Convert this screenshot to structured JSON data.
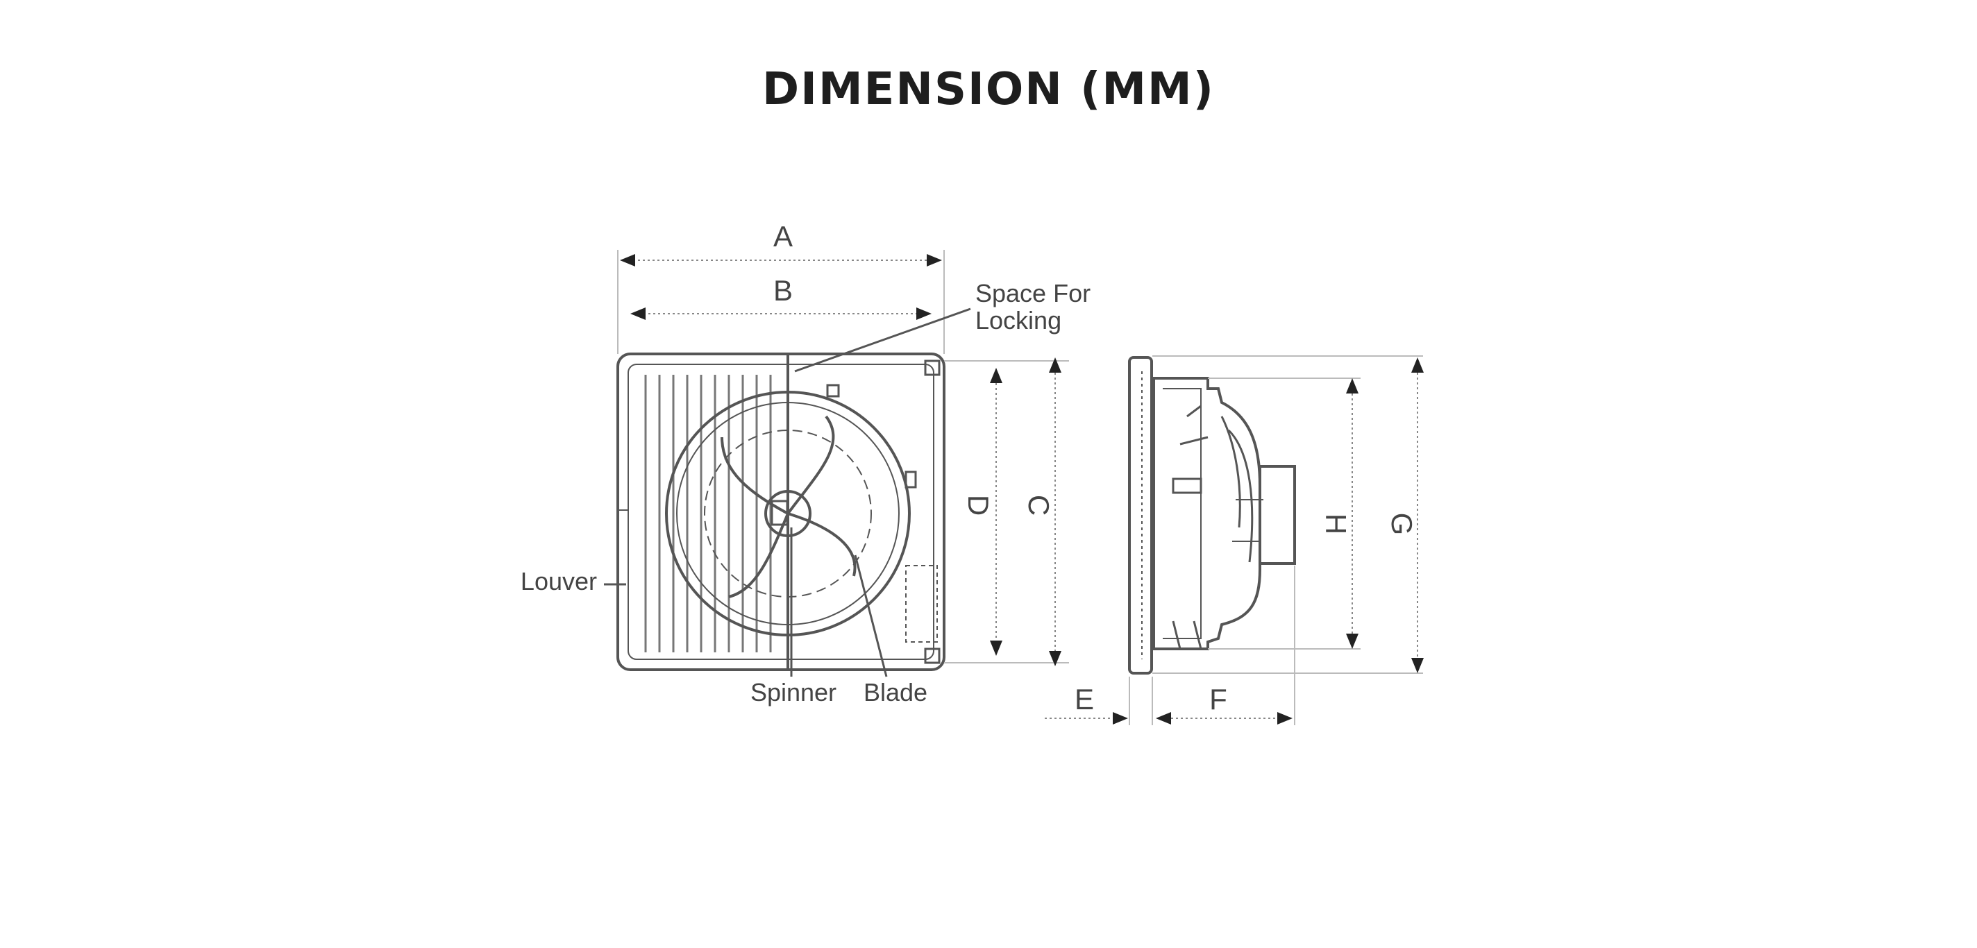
{
  "title": "DIMENSION (MM)",
  "dimensions": {
    "a": "A",
    "b": "B",
    "c": "C",
    "d": "D",
    "e": "E",
    "f": "F",
    "g": "G",
    "h": "H"
  },
  "callouts": {
    "space_for_locking_line1": "Space For",
    "space_for_locking_line2": "Locking",
    "louver": "Louver",
    "spinner": "Spinner",
    "blade": "Blade"
  },
  "colors": {
    "text": "#1e1e1e",
    "line": "#555555"
  }
}
